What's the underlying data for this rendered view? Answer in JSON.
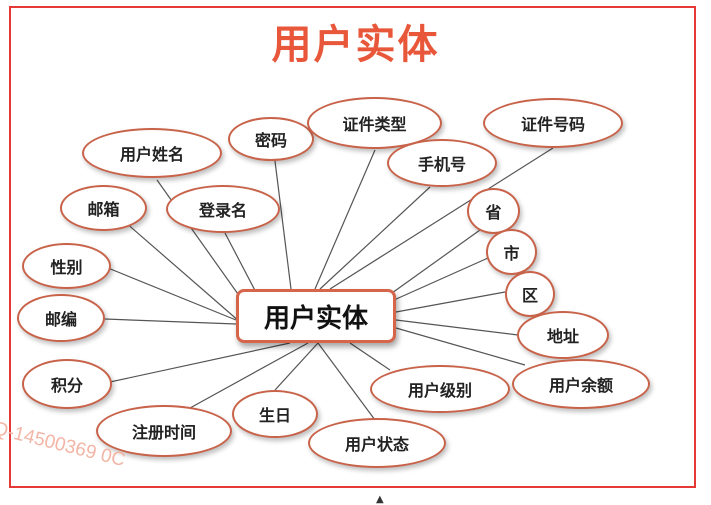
{
  "title": "用户实体",
  "center": {
    "label": "用户实体"
  },
  "nodes": [
    {
      "id": "user-name",
      "label": "用户姓名"
    },
    {
      "id": "password",
      "label": "密码"
    },
    {
      "id": "id-type",
      "label": "证件类型"
    },
    {
      "id": "id-number",
      "label": "证件号码"
    },
    {
      "id": "mobile",
      "label": "手机号"
    },
    {
      "id": "email",
      "label": "邮箱"
    },
    {
      "id": "login-name",
      "label": "登录名"
    },
    {
      "id": "province",
      "label": "省"
    },
    {
      "id": "gender",
      "label": "性别"
    },
    {
      "id": "city",
      "label": "市"
    },
    {
      "id": "district",
      "label": "区"
    },
    {
      "id": "postcode",
      "label": "邮编"
    },
    {
      "id": "address",
      "label": "地址"
    },
    {
      "id": "points",
      "label": "积分"
    },
    {
      "id": "user-level",
      "label": "用户级别"
    },
    {
      "id": "balance",
      "label": "用户余额"
    },
    {
      "id": "birthday",
      "label": "生日"
    },
    {
      "id": "register-time",
      "label": "注册时间"
    },
    {
      "id": "user-status",
      "label": "用户状态"
    }
  ],
  "watermark": "Q-14500369 0C",
  "colors": {
    "accent": "#e8573a",
    "border": "#c8634a",
    "frame": "#e53935",
    "edge": "#555555"
  }
}
